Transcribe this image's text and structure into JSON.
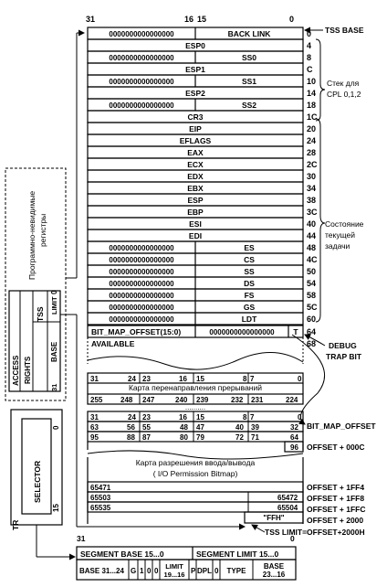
{
  "bit_header": {
    "b31": "31",
    "b16": "16",
    "b15": "15",
    "b0": "0"
  },
  "tss_rows": [
    {
      "left": "0000000000000000",
      "right": "BACK LINK",
      "offset": "0"
    },
    {
      "full": "ESP0",
      "offset": "4"
    },
    {
      "left": "0000000000000000",
      "right": "SS0",
      "offset": "8"
    },
    {
      "full": "ESP1",
      "offset": "C"
    },
    {
      "left": "0000000000000000",
      "right": "SS1",
      "offset": "10"
    },
    {
      "full": "ESP2",
      "offset": "14"
    },
    {
      "left": "0000000000000000",
      "right": "SS2",
      "offset": "18"
    },
    {
      "full": "CR3",
      "offset": "1C"
    },
    {
      "full": "EIP",
      "offset": "20"
    },
    {
      "full": "EFLAGS",
      "offset": "24"
    },
    {
      "full": "EAX",
      "offset": "28"
    },
    {
      "full": "ECX",
      "offset": "2C"
    },
    {
      "full": "EDX",
      "offset": "30"
    },
    {
      "full": "EBX",
      "offset": "34"
    },
    {
      "full": "ESP",
      "offset": "38"
    },
    {
      "full": "EBP",
      "offset": "3C"
    },
    {
      "full": "ESI",
      "offset": "40"
    },
    {
      "full": "EDI",
      "offset": "44"
    },
    {
      "left": "0000000000000000",
      "right": "ES",
      "offset": "48"
    },
    {
      "left": "0000000000000000",
      "right": "CS",
      "offset": "4C"
    },
    {
      "left": "0000000000000000",
      "right": "SS",
      "offset": "50"
    },
    {
      "left": "0000000000000000",
      "right": "DS",
      "offset": "54"
    },
    {
      "left": "0000000000000000",
      "right": "FS",
      "offset": "58"
    },
    {
      "left": "0000000000000000",
      "right": "GS",
      "offset": "5C"
    },
    {
      "left": "0000000000000000",
      "right": "LDT",
      "offset": "60"
    }
  ],
  "iomap_row": {
    "left": "BIT_MAP_OFFSET(15:0)",
    "mid": "0000000000000000",
    "t": "T",
    "offset": "64"
  },
  "available": {
    "label": "AVAILABLE",
    "offset": "68"
  },
  "side_labels": {
    "tss_base": "TSS BASE",
    "stack1": "Стек для",
    "stack2": "CPL 0,1,2",
    "state1": "Состояние",
    "state2": "текущей",
    "state3": "задачи",
    "debug1": "DEBUG",
    "debug2": "TRAP BIT",
    "bitmap_offset": "BIT_MAP_OFFSET",
    "offset_000c": "OFFSET + 000C",
    "offset_1ff4": "OFFSET + 1FF4",
    "offset_1ff8": "OFFSET + 1FF8",
    "offset_1ffc": "OFFSET + 1FFC",
    "offset_2000": "OFFSET + 2000",
    "tss_limit": "TSS LIMIT=OFFSET+2000H"
  },
  "interrupt_map": {
    "top_bits": [
      "31",
      "24",
      "23",
      "16",
      "15",
      "8",
      "7",
      "0"
    ],
    "title": "Карта перенаправления прерываний",
    "row1": [
      "255",
      "248",
      "247",
      "240",
      "239",
      "232",
      "231",
      "224"
    ],
    "dots": "..........",
    "row2": [
      "31",
      "24",
      "23",
      "16",
      "15",
      "8",
      "7",
      "0"
    ]
  },
  "io_rows": [
    [
      "63",
      "56",
      "55",
      "48",
      "47",
      "40",
      "39",
      "32"
    ],
    [
      "95",
      "88",
      "87",
      "80",
      "79",
      "72",
      "71",
      "64"
    ]
  ],
  "io_96": "96",
  "io_map": {
    "title1": "Карта разрешения ввода/вывода",
    "title2": "( I/O Permission Bitmap)",
    "r1": "65471",
    "r2": "65503",
    "r2r": "65472",
    "r3": "65535",
    "r3r": "65504",
    "ffh": "\"FFH\""
  },
  "descriptor": {
    "b31": "31",
    "b0": "0",
    "seg_base": "SEGMENT BASE 15...0",
    "seg_limit": "SEGMENT LIMIT 15...0",
    "base_hi": "BASE 31...24",
    "g": "G",
    "z1": "1",
    "z2": "0",
    "z3": "0",
    "limit1": "LIMIT",
    "limit2": "19...16",
    "p": "P",
    "dpl": "DPL",
    "z4": "0",
    "type": "TYPE",
    "base_lo1": "BASE",
    "base_lo2": "23...16"
  },
  "hidden_regs": {
    "label1": "Программно-невидимые",
    "label2": "регистры",
    "tss": "TSS",
    "limit": "LIMIT",
    "base": "BASE",
    "access1": "ACCESS",
    "access2": "RIGHTS",
    "zero": "0",
    "b31": "31"
  },
  "tr": {
    "tr": "TR",
    "selector": "SELECTOR",
    "b15": "15",
    "b0": "0"
  }
}
